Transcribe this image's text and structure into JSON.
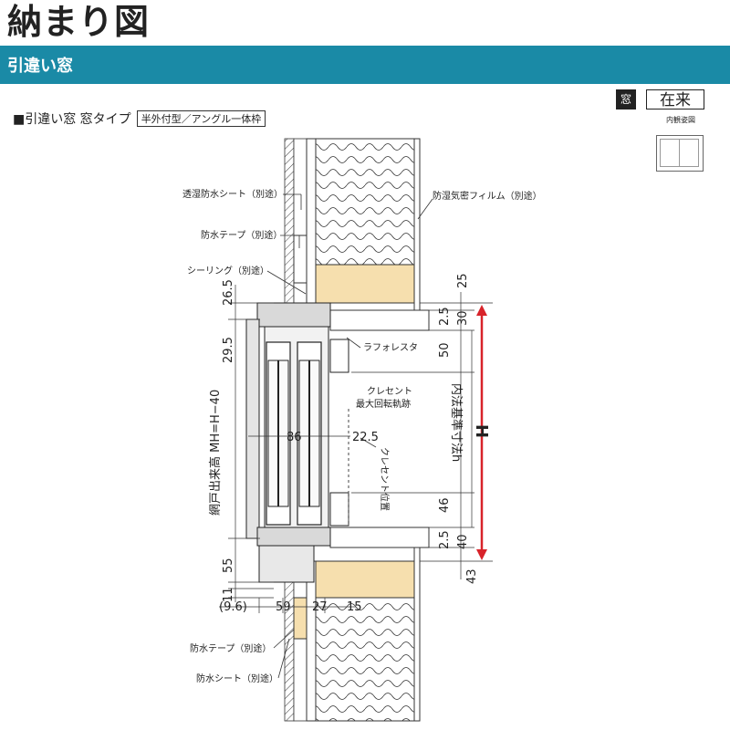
{
  "header": {
    "title": "納まり図",
    "subtitle": "引違い窓"
  },
  "window_type": {
    "label": "■引違い窓 窓タイプ",
    "frame": "半外付型／アングル一体枠"
  },
  "badge": {
    "category": "窓",
    "type": "在来",
    "note": "内観姿図"
  },
  "labels": {
    "moisture_sheet": "透湿防水シート（別途）",
    "vapor_film": "防湿気密フィルム（別途）",
    "tape_top": "防水テープ（別途）",
    "sealing": "シーリング（別途）",
    "laforesta": "ラフォレスタ",
    "crescent_path_1": "クレセント",
    "crescent_path_2": "最大回転軌跡",
    "crescent_pos": "クレセント位置",
    "tape_bottom": "防水テープ（別途）",
    "sheet_bottom": "防水シート（別途）",
    "net_height": "網戸出来高 MH=H−40",
    "inner_dim": "内法基準寸法h",
    "h": "H"
  },
  "dimensions": {
    "d26_5": "26.5",
    "d29_5": "29.5",
    "d55": "55",
    "d11": "11",
    "d9_6": "(9.6)",
    "d59": "59",
    "d27": "27",
    "d15": "15",
    "d86": "86",
    "d22_5": "22.5",
    "d25": "25",
    "d2_5_top": "2.5",
    "d30": "30",
    "d50": "50",
    "d46": "46",
    "d2_5_bot": "2.5",
    "d40": "40",
    "d43": "43"
  },
  "colors": {
    "header_bar": "#1a8aa6",
    "insulation": "#f6dfae",
    "red_dim": "#d8232a"
  }
}
